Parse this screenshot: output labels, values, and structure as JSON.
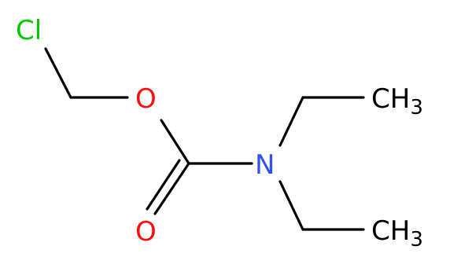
{
  "molecule": {
    "atoms": {
      "chlorine": {
        "label": "Cl",
        "color": "#00c800"
      },
      "ether_oxygen": {
        "label": "O",
        "color": "#ff0d0d"
      },
      "carbonyl_oxygen": {
        "label": "O",
        "color": "#ff0d0d"
      },
      "nitrogen": {
        "label": "N",
        "color": "#3050f8"
      },
      "methyl_upper": {
        "label": "CH",
        "subscript": "3",
        "color": "#000000"
      },
      "methyl_lower": {
        "label": "CH",
        "subscript": "3",
        "color": "#000000"
      }
    },
    "bond_color": "#000000"
  }
}
